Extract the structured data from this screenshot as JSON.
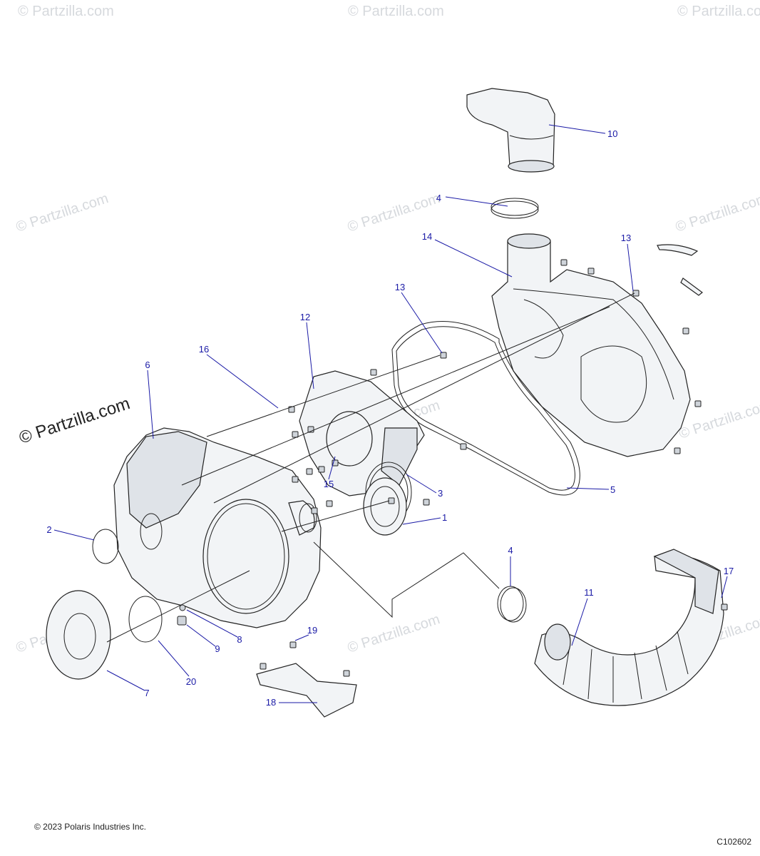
{
  "watermark": "© Partzilla.com",
  "copyright": "© 2023 Polaris Industries Inc.",
  "diagram_id": "C102602",
  "callouts": [
    "1",
    "2",
    "3",
    "4",
    "4",
    "5",
    "6",
    "7",
    "8",
    "9",
    "10",
    "11",
    "12",
    "13",
    "13",
    "14",
    "15",
    "16",
    "17",
    "18",
    "19",
    "20"
  ]
}
